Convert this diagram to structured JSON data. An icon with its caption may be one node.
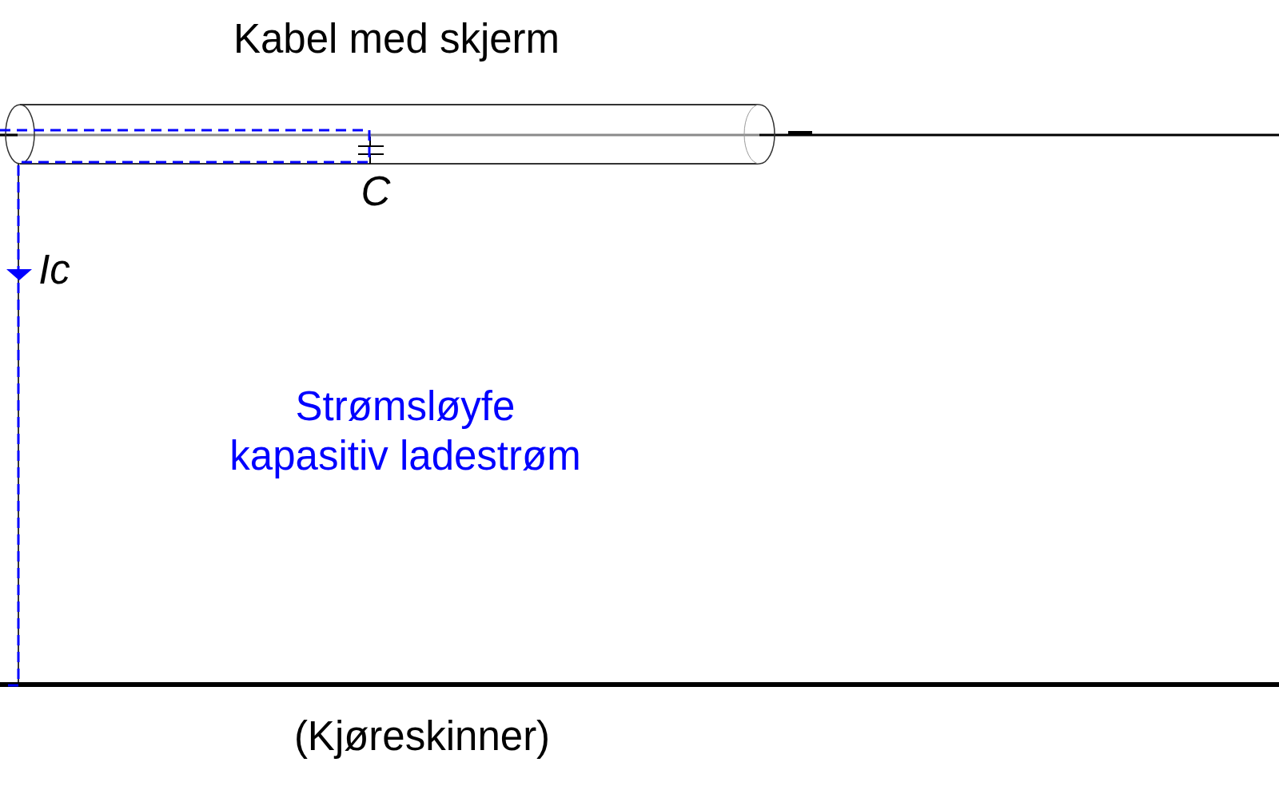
{
  "diagram": {
    "labels": [
      "Kabel med skjerm",
      "C",
      "Ic",
      "Strømsløyfe kapasitiv ladestrøm",
      "(Kjøreskinner)"
    ]
  }
}
